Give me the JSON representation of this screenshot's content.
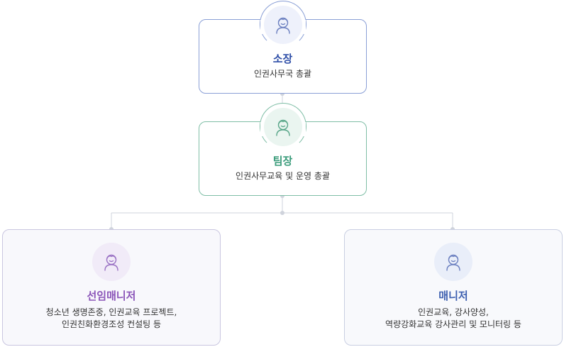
{
  "director": {
    "title": "소장",
    "description": "인권사무국 총괄",
    "icon": "person-icon",
    "color": "#2f4fa8"
  },
  "team_lead": {
    "title": "팀장",
    "description": "인권사무교육 및 운영 총괄",
    "icon": "person-icon",
    "color": "#3b9c7b"
  },
  "senior_manager": {
    "title": "선임매니저",
    "description_line1": "청소년 생명존중, 인권교육 프로젝트,",
    "description_line2": "인권친화환경조성 컨설팅 등",
    "icon": "person-icon",
    "color": "#8a54b8"
  },
  "manager": {
    "title": "매니저",
    "description_line1": "인권교육, 강사양성,",
    "description_line2": "역량강화교육 강사관리 및 모니터링 등",
    "icon": "person-icon",
    "color": "#3c5fb0"
  }
}
